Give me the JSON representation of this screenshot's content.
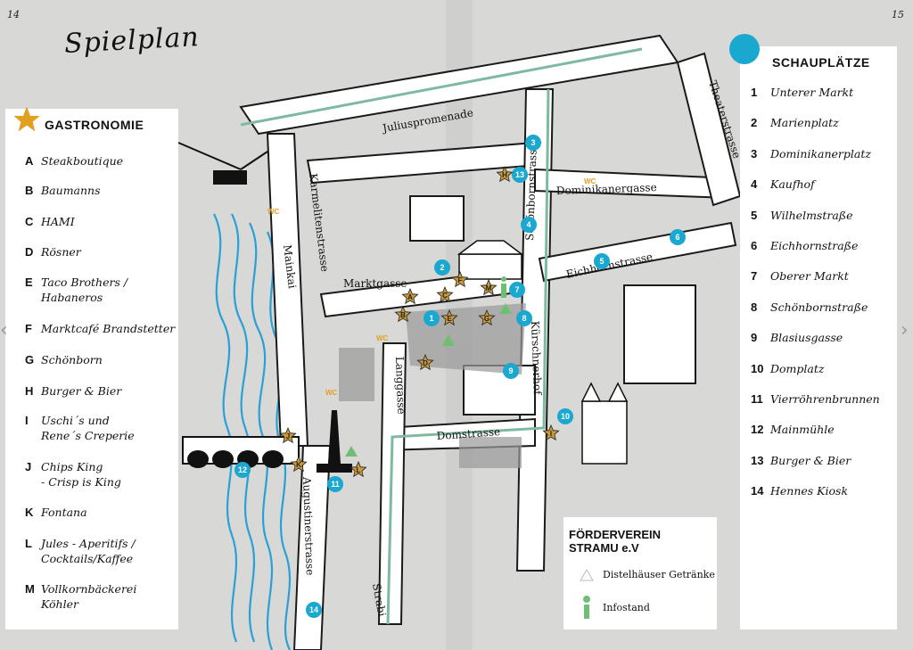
{
  "page_numbers": {
    "left": "14",
    "right": "15"
  },
  "title": "Spielplan",
  "gastronomie": {
    "heading": "GASTRONOMIE",
    "items": [
      {
        "letter": "A",
        "name": "Steakboutique"
      },
      {
        "letter": "B",
        "name": "Baumanns"
      },
      {
        "letter": "C",
        "name": "HAMI"
      },
      {
        "letter": "D",
        "name": "Rösner"
      },
      {
        "letter": "E",
        "name": "Taco Brothers /\nHabaneros"
      },
      {
        "letter": "F",
        "name": "Marktcafé Brandstetter"
      },
      {
        "letter": "G",
        "name": "Schönborn"
      },
      {
        "letter": "H",
        "name": "Burger & Bier"
      },
      {
        "letter": "I",
        "name": "Uschi´s und\nRene´s Creperie"
      },
      {
        "letter": "J",
        "name": "Chips King\n- Crisp is King"
      },
      {
        "letter": "K",
        "name": "Fontana"
      },
      {
        "letter": "L",
        "name": "Jules - Aperitifs /\nCocktails/Kaffee"
      },
      {
        "letter": "M",
        "name": "Vollkornbäckerei Köhler"
      }
    ]
  },
  "schauplaetze": {
    "heading": "SCHAUPLÄTZE",
    "items": [
      {
        "num": "1",
        "name": "Unterer Markt"
      },
      {
        "num": "2",
        "name": "Marienplatz"
      },
      {
        "num": "3",
        "name": "Dominikanerplatz"
      },
      {
        "num": "4",
        "name": "Kaufhof"
      },
      {
        "num": "5",
        "name": "Wilhelmstraße"
      },
      {
        "num": "6",
        "name": "Eichhornstraße"
      },
      {
        "num": "7",
        "name": "Oberer Markt"
      },
      {
        "num": "8",
        "name": "Schönbornstraße"
      },
      {
        "num": "9",
        "name": "Blasiusgasse"
      },
      {
        "num": "10",
        "name": "Domplatz"
      },
      {
        "num": "11",
        "name": "Vierröhrenbrunnen"
      },
      {
        "num": "12",
        "name": "Mainmühle"
      },
      {
        "num": "13",
        "name": "Burger & Bier"
      },
      {
        "num": "14",
        "name": "Hennes Kiosk"
      }
    ]
  },
  "verein": {
    "heading": "FÖRDERVEREIN\nSTRAMU e.V",
    "drinks_label": "Distelhäuser Getränke",
    "info_label": "Infostand"
  },
  "streets": {
    "juliuspromenade": "Juliuspromenade",
    "karmelitenstrasse": "Karmelitenstrasse",
    "mainkai": "Mainkai",
    "marktgasse": "Marktgasse",
    "langgasse": "Langgasse",
    "domstrasse": "Domstrasse",
    "augustinerstrasse": "Augustinerstrasse",
    "schoenbornstrasse": "Schönbornstrasse",
    "dominikanergasse": "Dominikanergasse",
    "eichhornstrasse": "Eichhornstrasse",
    "theaterstrasse": "Theaterstrasse",
    "kuerschnerhof": "Kürschnerhof",
    "strabi": "Strabi"
  },
  "wc_label": "WC",
  "colors": {
    "accent_blue": "#1aa7d0",
    "star_gold": "#c99a3a",
    "tram_green": "#7fb9a0",
    "river_blue": "#2aa0d6",
    "map_gray": "#d8d8d6",
    "plaza_gray": "#9a9a9a"
  },
  "icons": {
    "gastro_marker": "star-icon",
    "venue_marker": "numbered-circle-icon",
    "drinks": "triangle-icon",
    "info": "info-i-icon"
  },
  "map_markers": {
    "venues": [
      "1",
      "2",
      "3",
      "4",
      "5",
      "6",
      "7",
      "8",
      "9",
      "10",
      "11",
      "12",
      "13",
      "14"
    ],
    "gastro": [
      "A",
      "B",
      "C",
      "D",
      "E",
      "F",
      "G",
      "H",
      "I",
      "J",
      "K",
      "L",
      "M"
    ]
  }
}
